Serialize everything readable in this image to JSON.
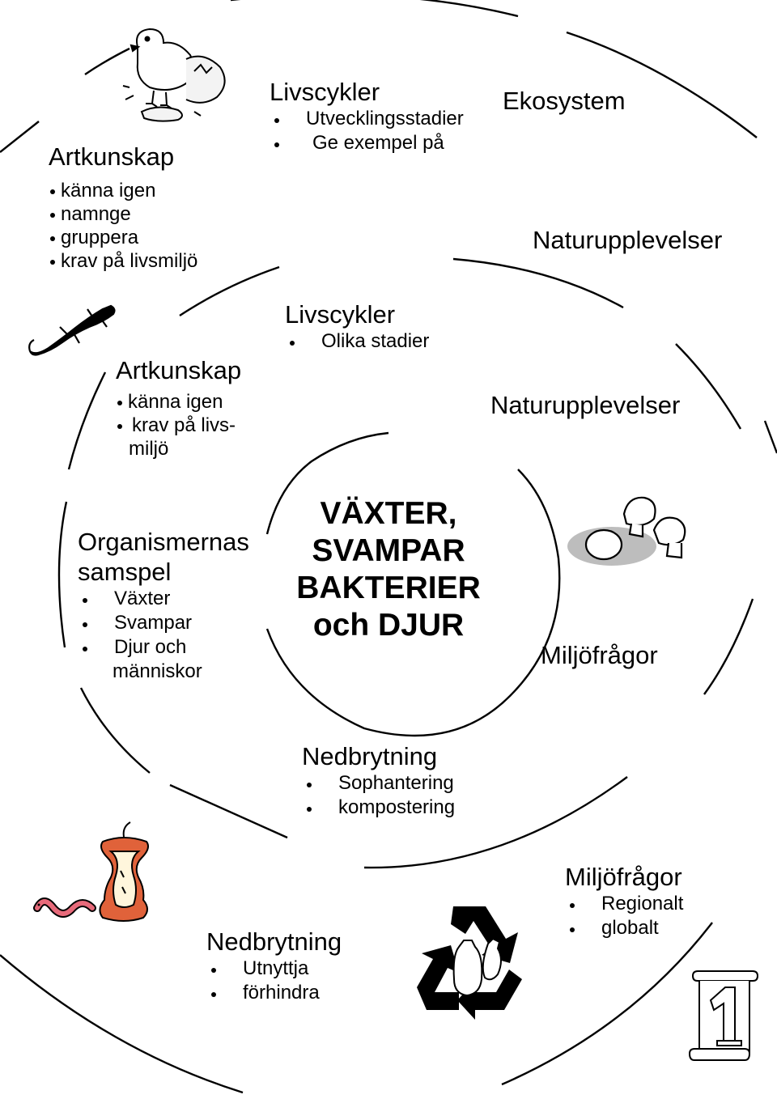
{
  "colors": {
    "ink": "#000000",
    "apple": "#e0623a",
    "worm": "#e76a7a",
    "shadow": "#bdbdbd"
  },
  "center": {
    "lines": [
      "VÄXTER,",
      "SVAMPAR",
      "BAKTERIER",
      "och DJUR"
    ]
  },
  "outer": {
    "artkunskap": {
      "title": "Artkunskap",
      "items": [
        "känna igen",
        "namnge",
        "gruppera",
        "krav på livsmiljö"
      ]
    },
    "livscykler": {
      "title": "Livscykler",
      "items": [
        "Utvecklingsstadier",
        "Ge exempel på"
      ]
    },
    "ekosystem": {
      "title": "Ekosystem"
    },
    "naturupplevelser": {
      "title": "Naturupplevelser"
    },
    "nedbrytning": {
      "title": "Nedbrytning",
      "items": [
        "Utnyttja",
        "förhindra"
      ]
    },
    "miljofragor": {
      "title": "Miljöfrågor",
      "items": [
        "Regionalt",
        "globalt"
      ]
    }
  },
  "middle": {
    "artkunskap": {
      "title": "Artkunskap",
      "items": [
        "känna igen",
        "krav på livs-"
      ],
      "continuation": "miljö"
    },
    "livscykler": {
      "title": "Livscykler",
      "items": [
        "Olika stadier"
      ]
    },
    "naturupplevelser": {
      "title": "Naturupplevelser"
    },
    "organismernas": {
      "title_lines": [
        "Organismernas",
        "samspel"
      ],
      "items": [
        "Växter",
        "Svampar",
        "Djur och"
      ],
      "continuation": "människor"
    },
    "miljofragor": {
      "title": "Miljöfrågor"
    },
    "nedbrytning": {
      "title": "Nedbrytning",
      "items": [
        "Sophantering",
        "kompostering"
      ]
    }
  },
  "icons": [
    "chick-icon",
    "salamander-icon",
    "mushrooms-icon",
    "apple-core-icon",
    "worm-icon",
    "recycle-icon",
    "scroll-number-icon"
  ]
}
